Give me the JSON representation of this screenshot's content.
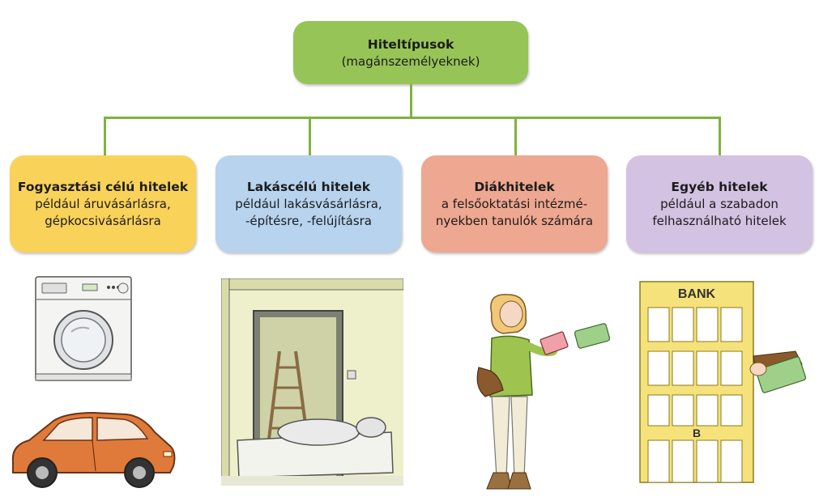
{
  "diagram": {
    "root": {
      "title": "Hiteltípusok",
      "subtitle": "(magánszemélyeknek)"
    },
    "categories": [
      {
        "title": "Fogyasztási célú hitelek",
        "line1": "például áruvásárlásra,",
        "line2": "gépkocsivásárlásra",
        "color": "#f9d25a",
        "illustration": "washing-machine-and-car"
      },
      {
        "title": "Lakáscélú hitelek",
        "line1": "például lakásvásárlásra,",
        "line2": "-építésre, -felújításra",
        "color": "#b7d3ee",
        "illustration": "renovation-room"
      },
      {
        "title": "Diákhitelek",
        "line1": "a felsőoktatási intézmé-",
        "line2": "nyekben tanulók számára",
        "color": "#eea790",
        "illustration": "student-with-money"
      },
      {
        "title": "Egyéb hitelek",
        "line1": "például a szabadon",
        "line2": "felhasználható hitelek",
        "color": "#d3c2e2",
        "illustration": "bank-building"
      }
    ],
    "bank_sign": "BANK",
    "bank_door_sign": "B",
    "connector_color": "#7fb23f"
  }
}
